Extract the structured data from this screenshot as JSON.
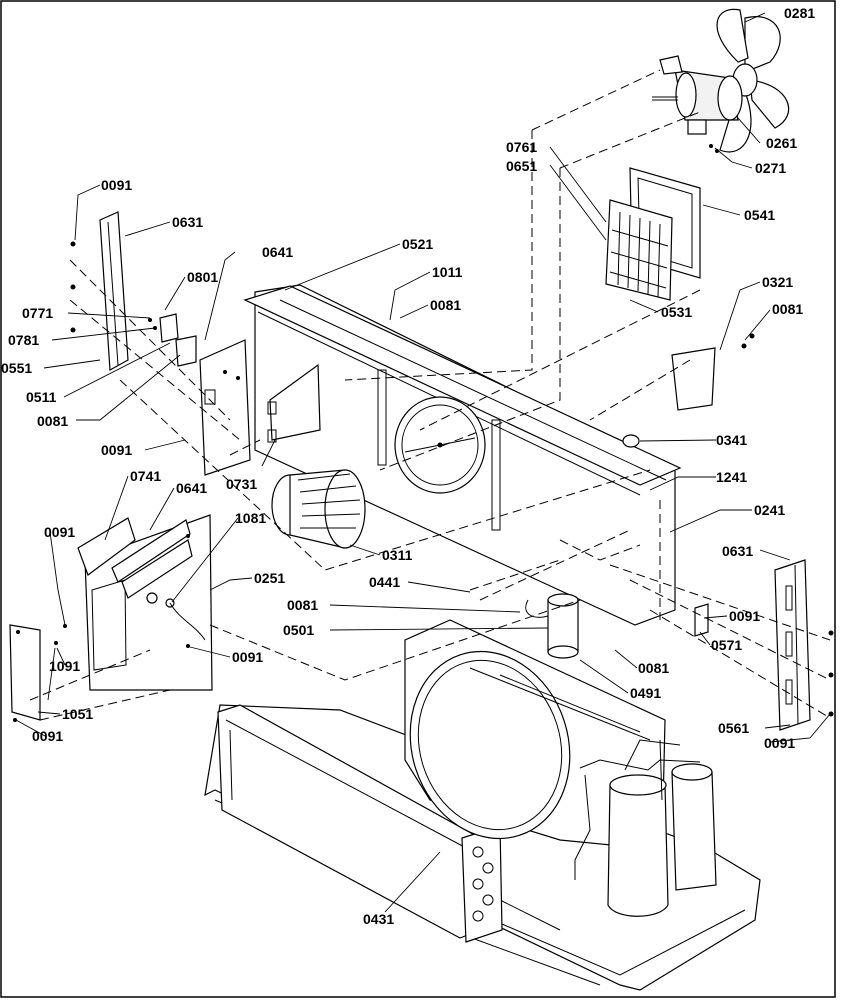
{
  "diagram": {
    "parts": {
      "p0281": "0281",
      "p0261": "0261",
      "p0271": "0271",
      "p0761": "0761",
      "p0651": "0651",
      "p0541": "0541",
      "p0531": "0531",
      "p0091a": "0091",
      "p0631a": "0631",
      "p0641a": "0641",
      "p0801": "0801",
      "p0521": "0521",
      "p1011": "1011",
      "p0081a": "0081",
      "p0771": "0771",
      "p0781": "0781",
      "p0551": "0551",
      "p0511": "0511",
      "p0081b": "0081",
      "p0321": "0321",
      "p0081c": "0081",
      "p0091b": "0091",
      "p0731": "0731",
      "p0341": "0341",
      "p1241": "1241",
      "p0741": "0741",
      "p0641b": "0641",
      "p0091c": "0091",
      "p1081": "1081",
      "p0241": "0241",
      "p0251": "0251",
      "p0311": "0311",
      "p0631b": "0631",
      "p0441": "0441",
      "p0081d": "0081",
      "p0501": "0501",
      "p0091d": "0091",
      "p0571": "0571",
      "p1091": "1091",
      "p0091e": "0091",
      "p0081e": "0081",
      "p0491": "0491",
      "p1051": "1051",
      "p0091f": "0091",
      "p0561": "0561",
      "p0091g": "0091",
      "p0431": "0431"
    }
  }
}
